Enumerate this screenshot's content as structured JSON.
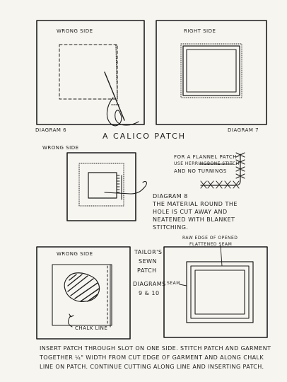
{
  "figure1": {
    "wrong_side": "WRONG SIDE",
    "right_side": "RIGHT SIDE",
    "diagram_6": "DIAGRAM 6",
    "diagram_7": "DIAGRAM 7",
    "title": "A CALICO PATCH"
  },
  "figure2": {
    "wrong_side": "WRONG SIDE",
    "flannel_note": [
      "FOR A FLANNEL PATCH",
      "USE HERRINGBONE STITCH",
      "AND NO TURNINGS"
    ],
    "diagram_8": "DIAGRAM 8",
    "description": [
      "THE MATERIAL ROUND THE",
      "HOLE IS CUT AWAY AND",
      "NEATENED WITH BLANKET",
      "STITCHING."
    ]
  },
  "figure3": {
    "wrong_side": "WRONG SIDE",
    "title": [
      "TAILOR'S",
      "SEWN",
      "PATCH"
    ],
    "diagrams": [
      "DIAGRAMS",
      "9 & 10"
    ],
    "raw_edge": [
      "RAW EDGE OF OPENED",
      "FLATTENED SEAM"
    ],
    "seam": "SEAM",
    "chalk_line": "CHALK LINE"
  },
  "caption": "INSERT PATCH THROUGH SLOT ON ONE SIDE. STITCH PATCH AND GARMENT TOGETHER ¼\" WIDTH FROM CUT EDGE OF GARMENT AND ALONG CHALK LINE ON PATCH. CONTINUE CUTTING ALONG LINE AND INSERTING PATCH."
}
